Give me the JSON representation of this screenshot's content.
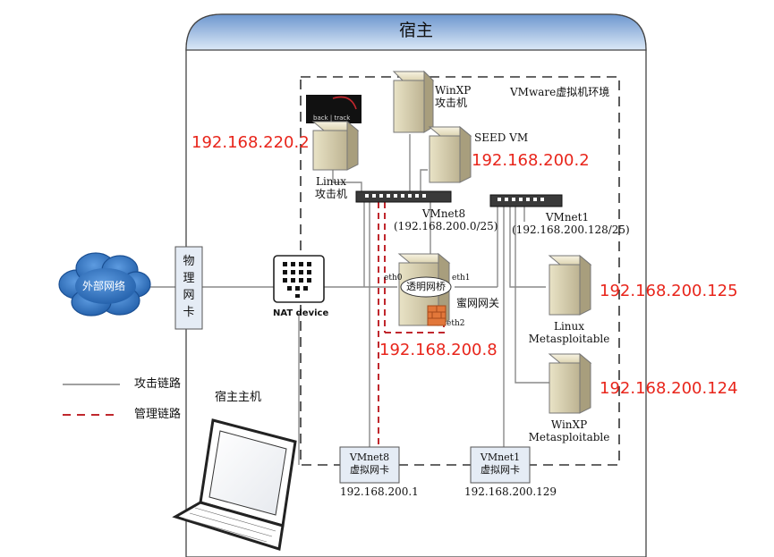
{
  "host": {
    "title": "宿主"
  },
  "vm_env": {
    "label": "VMware虚拟机环境"
  },
  "internet": {
    "label": "外部网络"
  },
  "physical_nic": {
    "label_lines": [
      "物",
      "理",
      "网",
      "卡"
    ]
  },
  "nat": {
    "label": "NAT device"
  },
  "legend": {
    "attack": "攻击链路",
    "manage": "管理链路"
  },
  "host_machine": {
    "label": "宿主主机"
  },
  "backtrack": {
    "logo_text": "back | track"
  },
  "linux_attacker": {
    "line1": "Linux",
    "line2": "攻击机",
    "ip": "192.168.220.2"
  },
  "winxp_attacker": {
    "line1": "WinXP",
    "line2": "攻击机"
  },
  "seed_vm": {
    "label": "SEED VM",
    "ip": "192.168.200.2"
  },
  "vmnet8_switch": {
    "line1": "VMnet8",
    "line2": "(192.168.200.0/25)"
  },
  "vmnet1_switch": {
    "line1": "VMnet1",
    "line2": "(192.168.200.128/25)"
  },
  "gateway": {
    "bridge_label": "透明网桥",
    "name": "蜜网网关",
    "eth0": "eth0",
    "eth1": "eth1",
    "eth2": "eth2",
    "ip": "192.168.200.8"
  },
  "linux_meta": {
    "line1": "Linux",
    "line2": "Metasploitable",
    "ip": "192.168.200.125"
  },
  "winxp_meta": {
    "line1": "WinXP",
    "line2": "Metasploitable",
    "ip": "192.168.200.124"
  },
  "vmnet8_nic": {
    "line1": "VMnet8",
    "line2": "虚拟网卡",
    "ip": "192.168.200.1"
  },
  "vmnet1_nic": {
    "line1": "VMnet1",
    "line2": "虚拟网卡",
    "ip": "192.168.200.129"
  },
  "colors": {
    "header_top": "#5f8cc7",
    "header_bottom": "#d6e4f4",
    "attack_line": "#808080",
    "manage_line": "#c0272d",
    "ip_text": "#e8251b",
    "cloud": "#2d6fb4"
  }
}
